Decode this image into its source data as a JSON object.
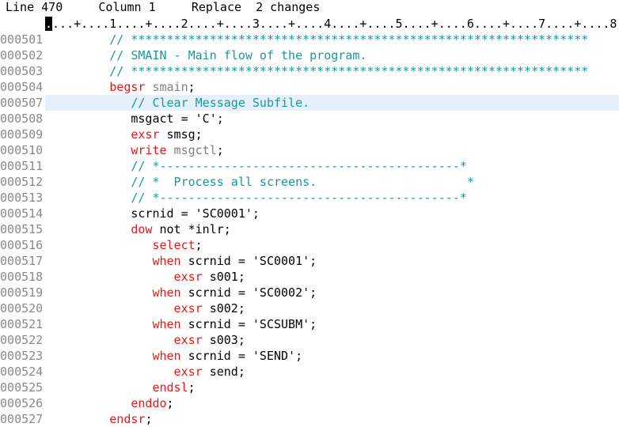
{
  "status": {
    "line": "Line 470",
    "column": "Column 1",
    "mode": "Replace",
    "changes": "2 changes"
  },
  "ruler": {
    "cursor_char": ".",
    "rest": "...+....1....+....2....+....3....+....4....+....5....+....6....+....7....+....8"
  },
  "colors": {
    "keyword": "#f01414",
    "comment": "#1a9898",
    "identifier_gray": "#808080",
    "line_number": "#8a8a8a",
    "current_line": "#e6f0fb"
  },
  "lines": [
    {
      "num": "0000501",
      "segs": [
        {
          "t": "         // ****************************************************************",
          "c": "c"
        }
      ]
    },
    {
      "num": "0000502",
      "segs": [
        {
          "t": "         // SMAIN - Main flow of the program.",
          "c": "c"
        }
      ]
    },
    {
      "num": "0000503",
      "segs": [
        {
          "t": "         // ****************************************************************",
          "c": "c"
        }
      ]
    },
    {
      "num": "0000504",
      "segs": [
        {
          "t": "         begsr",
          "c": "k"
        },
        {
          "t": " smain",
          "c": "g"
        },
        {
          "t": ";",
          "c": "n"
        }
      ]
    },
    {
      "num": "0000507",
      "current": true,
      "segs": [
        {
          "t": "            // Clear Message Subfile.",
          "c": "c"
        }
      ]
    },
    {
      "num": "0000508",
      "segs": [
        {
          "t": "            msgact = 'C';",
          "c": "n"
        }
      ]
    },
    {
      "num": "0000509",
      "segs": [
        {
          "t": "            exsr",
          "c": "k"
        },
        {
          "t": " smsg;",
          "c": "n"
        }
      ]
    },
    {
      "num": "0000510",
      "segs": [
        {
          "t": "            write",
          "c": "k"
        },
        {
          "t": " msgctl",
          "c": "g"
        },
        {
          "t": ";",
          "c": "n"
        }
      ]
    },
    {
      "num": "0000511",
      "segs": [
        {
          "t": "            // *------------------------------------------*",
          "c": "c"
        }
      ]
    },
    {
      "num": "0000512",
      "segs": [
        {
          "t": "            // *  Process all screens.                     *",
          "c": "c"
        }
      ]
    },
    {
      "num": "0000513",
      "segs": [
        {
          "t": "            // *------------------------------------------*",
          "c": "c"
        }
      ]
    },
    {
      "num": "0000514",
      "segs": [
        {
          "t": "            scrnid = 'SC0001';",
          "c": "n"
        }
      ]
    },
    {
      "num": "0000515",
      "segs": [
        {
          "t": "            dow",
          "c": "k"
        },
        {
          "t": " not *inlr;",
          "c": "n"
        }
      ]
    },
    {
      "num": "0000516",
      "segs": [
        {
          "t": "               select",
          "c": "k"
        },
        {
          "t": ";",
          "c": "n"
        }
      ]
    },
    {
      "num": "0000517",
      "segs": [
        {
          "t": "               when",
          "c": "k"
        },
        {
          "t": " scrnid = 'SC0001';",
          "c": "n"
        }
      ]
    },
    {
      "num": "0000518",
      "segs": [
        {
          "t": "                  exsr",
          "c": "k"
        },
        {
          "t": " s001;",
          "c": "n"
        }
      ]
    },
    {
      "num": "0000519",
      "segs": [
        {
          "t": "               when",
          "c": "k"
        },
        {
          "t": " scrnid = 'SC0002';",
          "c": "n"
        }
      ]
    },
    {
      "num": "0000520",
      "segs": [
        {
          "t": "                  exsr",
          "c": "k"
        },
        {
          "t": " s002;",
          "c": "n"
        }
      ]
    },
    {
      "num": "0000521",
      "segs": [
        {
          "t": "               when",
          "c": "k"
        },
        {
          "t": " scrnid = 'SCSUBM';",
          "c": "n"
        }
      ]
    },
    {
      "num": "0000522",
      "segs": [
        {
          "t": "                  exsr",
          "c": "k"
        },
        {
          "t": " s003;",
          "c": "n"
        }
      ]
    },
    {
      "num": "0000523",
      "segs": [
        {
          "t": "               when",
          "c": "k"
        },
        {
          "t": " scrnid = 'SEND';",
          "c": "n"
        }
      ]
    },
    {
      "num": "0000524",
      "segs": [
        {
          "t": "                  exsr",
          "c": "k"
        },
        {
          "t": " send;",
          "c": "n"
        }
      ]
    },
    {
      "num": "0000525",
      "segs": [
        {
          "t": "               endsl",
          "c": "k"
        },
        {
          "t": ";",
          "c": "n"
        }
      ]
    },
    {
      "num": "0000526",
      "segs": [
        {
          "t": "            enddo",
          "c": "k"
        },
        {
          "t": ";",
          "c": "n"
        }
      ]
    },
    {
      "num": "0000527",
      "segs": [
        {
          "t": "         endsr",
          "c": "k"
        },
        {
          "t": ";",
          "c": "n"
        }
      ]
    }
  ]
}
